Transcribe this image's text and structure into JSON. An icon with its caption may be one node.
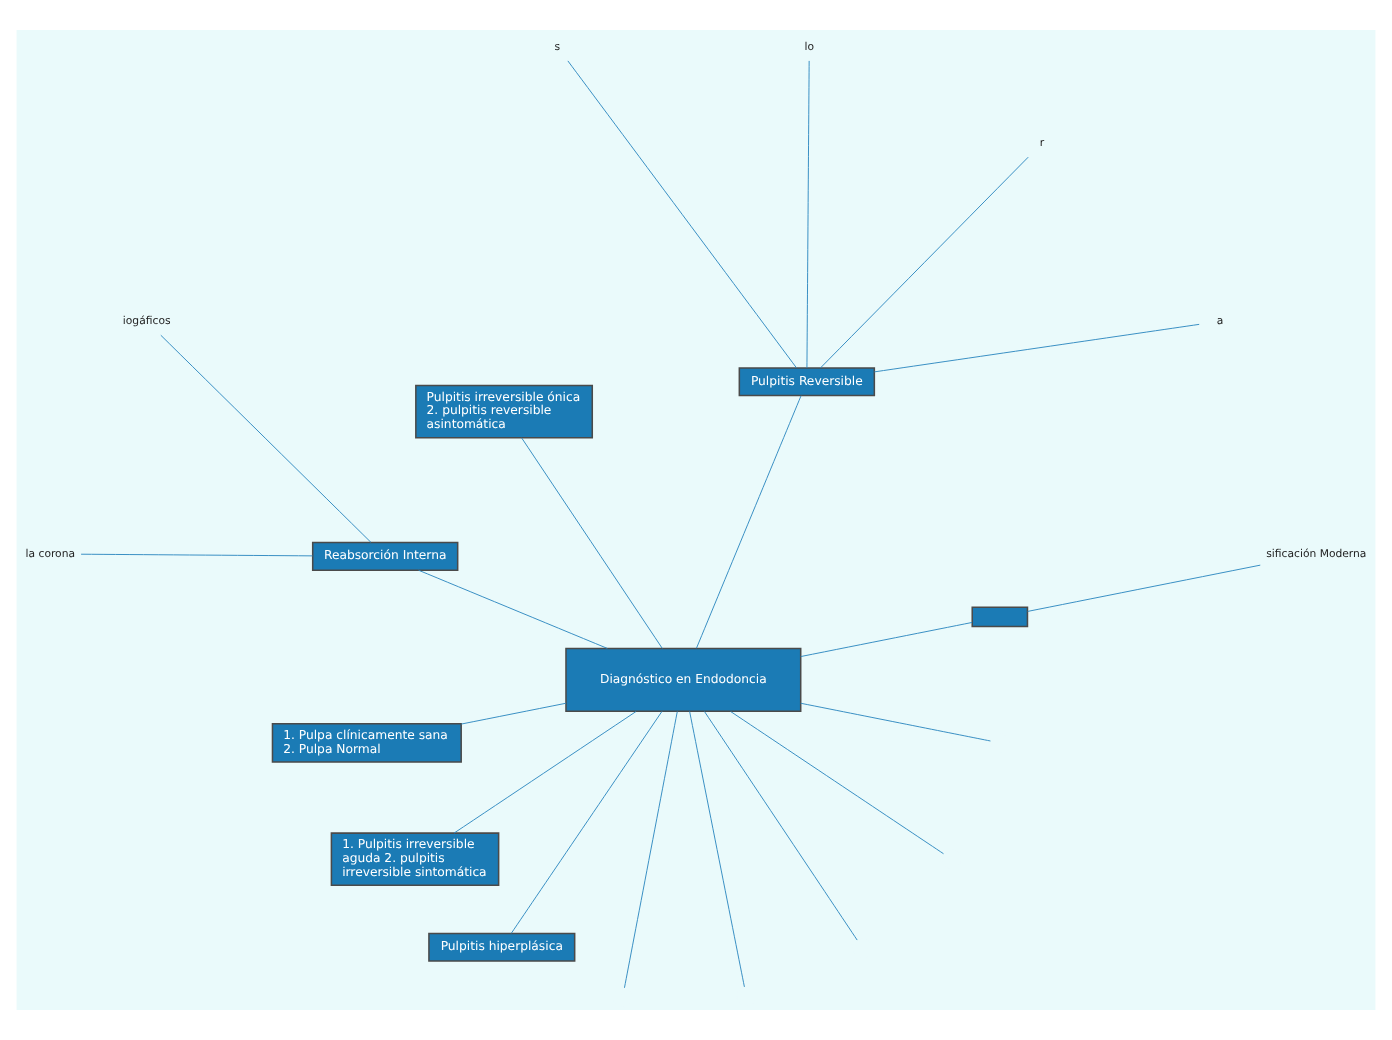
{
  "diagram": {
    "nodes": [
      {
        "text": [
          "Diagnóstico en Endodoncia"
        ]
      },
      {
        "text": [],
        "shape": "box"
      },
      {
        "text": [
          "sificación Moderna"
        ]
      },
      {
        "text": [
          "Pulpitis Reversible"
        ]
      },
      {
        "text": [
          "a"
        ]
      },
      {
        "text": [
          "r"
        ]
      },
      {
        "text": [
          "lo"
        ]
      },
      {
        "text": [
          "s"
        ]
      },
      {
        "text": [
          "Pulpitis irreversible ónica 2. pulpitis reversible asintomática"
        ]
      },
      {
        "text": [
          "iogáficos"
        ]
      },
      {
        "text": [
          "la corona"
        ]
      },
      {
        "text": [
          "Reabsorción Interna"
        ]
      },
      {
        "text": [
          "1. Pulpa clínicamente sana 2. Pulpa Normal"
        ]
      },
      {
        "text": [
          "1. Pulpitis irreversible aguda 2. pulpitis irreversible sintomática"
        ]
      },
      {
        "text": [
          "Pulpitis hiperplásica"
        ]
      }
    ],
    "edges": [
      {
        "from": 0,
        "to": 1,
        "arrow": "none"
      },
      {
        "from": 1,
        "to": 2,
        "arrow": "none"
      },
      {
        "from": 0,
        "to": 3,
        "arrow": "none"
      },
      {
        "from": 3,
        "to": 4,
        "arrow": "none"
      },
      {
        "from": 3,
        "to": 5,
        "arrow": "none"
      },
      {
        "from": 3,
        "to": 6,
        "arrow": "none"
      },
      {
        "from": 3,
        "to": 7,
        "arrow": "none"
      },
      {
        "from": 0,
        "to": 8,
        "arrow": "none"
      },
      {
        "from": 0,
        "to": 11,
        "arrow": "none"
      },
      {
        "from": 11,
        "to": 9,
        "arrow": "none"
      },
      {
        "from": 11,
        "to": 10,
        "arrow": "none"
      },
      {
        "from": 0,
        "to": 12,
        "arrow": "none"
      },
      {
        "from": 0,
        "to": 13,
        "arrow": "none"
      },
      {
        "from": 0,
        "to": 14,
        "arrow": "none"
      },
      {
        "from": 0,
        "to": null,
        "arrow": "none"
      },
      {
        "from": 0,
        "to": null,
        "arrow": "none"
      },
      {
        "from": 0,
        "to": null,
        "arrow": "none"
      },
      {
        "from": 0,
        "to": null,
        "arrow": "none"
      },
      {
        "from": 0,
        "to": null,
        "arrow": "none"
      }
    ]
  }
}
